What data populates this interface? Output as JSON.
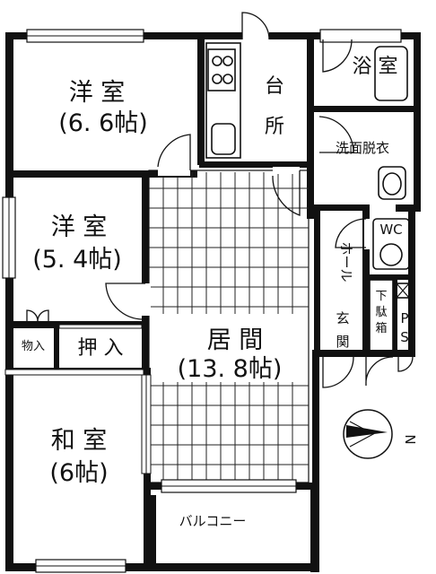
{
  "rooms": {
    "western_room_1": {
      "name": "洋 室",
      "size": "(6. 6帖)"
    },
    "kitchen": {
      "line1": "台",
      "line2": "所"
    },
    "bathroom": {
      "name": "浴 室"
    },
    "washroom": {
      "name": "洗面脱衣"
    },
    "western_room_2": {
      "name": "洋 室",
      "size": "(5. 4帖)"
    },
    "toilet": {
      "name": "WC"
    },
    "hall": {
      "name": "ホール"
    },
    "living": {
      "name": "居 間",
      "size": "(13. 8帖)"
    },
    "entrance": {
      "line1": "玄",
      "line2": "関"
    },
    "shoe_box": {
      "line1": "下",
      "line2": "駄",
      "line3": "箱"
    },
    "pipe_space": {
      "line1": "P",
      "line2": "S"
    },
    "storage": {
      "name": "物入"
    },
    "closet": {
      "name": "押 入"
    },
    "japanese_room": {
      "name": "和 室",
      "size": "(6帖)"
    },
    "balcony": {
      "name": "バルコニー"
    }
  },
  "compass": {
    "label": "N"
  }
}
